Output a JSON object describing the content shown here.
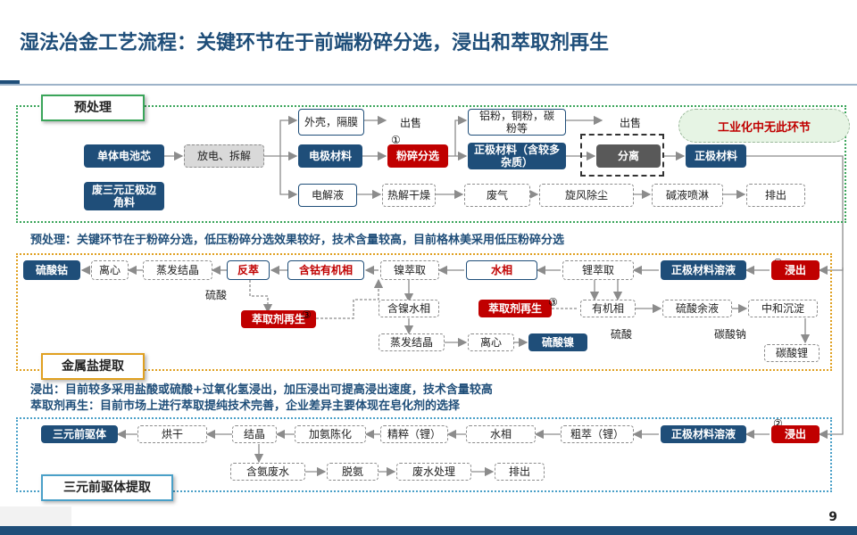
{
  "title": "湿法冶金工艺流程：关键环节在于前端粉碎分选，浸出和萃取剂再生",
  "page_number": "9",
  "sections": {
    "pre": "预处理",
    "metal": "金属盐提取",
    "ternary": "三元前驱体提取"
  },
  "cloud": "工业化中无此环节",
  "nums": {
    "n1": "①",
    "n2": "②",
    "n3": "③"
  },
  "pre": {
    "cell": "单体电池芯",
    "discharge": "放电、拆解",
    "shell": "外壳，隔膜",
    "sell1": "出售",
    "electrode": "电极材料",
    "crush": "粉碎分选",
    "electrolyte": "电解液",
    "pyro": "热解干燥",
    "waste_gas": "废气",
    "cyclone": "旋风除尘",
    "spray": "碱液喷淋",
    "discharge_out": "排出",
    "al_cu": "铝粉，铜粉，碳粉等",
    "sell2": "出售",
    "cathode_mixed": "正极材料（含较多杂质）",
    "separate": "分离",
    "cathode": "正极材料",
    "scrap": "废三元正极边角料"
  },
  "notes": {
    "pre": "预处理：关键环节在于粉碎分选，低压粉碎分选效果较好，技术含量较高，目前格林美采用低压粉碎分选",
    "leach": "浸出：目前较多采用盐酸或硫酸+过氧化氢浸出，加压浸出可提高浸出速度，技术含量较高",
    "extract": "萃取剂再生：目前市场上进行萃取提纯技术完善，企业差异主要体现在皂化剂的选择"
  },
  "metal": {
    "cobalt_sulfate": "硫酸钴",
    "centrifuge": "离心",
    "evap": "蒸发结晶",
    "back_extract": "反萃",
    "co_organic": "含钴有机相",
    "ni_extract": "镍萃取",
    "aqueous": "水相",
    "li_extract": "锂萃取",
    "cathode_solution": "正极材料溶液",
    "leach": "浸出",
    "sulfuric": "硫酸",
    "regen1": "萃取剂再生",
    "ni_aqueous": "含镍水相",
    "evap2": "蒸发结晶",
    "centrifuge2": "离心",
    "ni_sulfate": "硫酸镍",
    "regen2": "萃取剂再生",
    "organic": "有机相",
    "sulfate_liquid": "硫酸余液",
    "neutralize": "中和沉淀",
    "sulfuric2": "硫酸",
    "na_carbonate": "碳酸钠",
    "li_carbonate": "碳酸锂"
  },
  "ternary": {
    "precursor": "三元前驱体",
    "dry": "烘干",
    "crystal": "结晶",
    "ammonia_aging": "加氨陈化",
    "fine_extract": "精粹（锂）",
    "aqueous": "水相",
    "crude_extract": "粗萃（锂）",
    "cathode_solution": "正极材料溶液",
    "leach": "浸出",
    "ammonia_water": "含氨废水",
    "deammonia": "脱氨",
    "wastewater": "废水处理",
    "discharge": "排出"
  }
}
